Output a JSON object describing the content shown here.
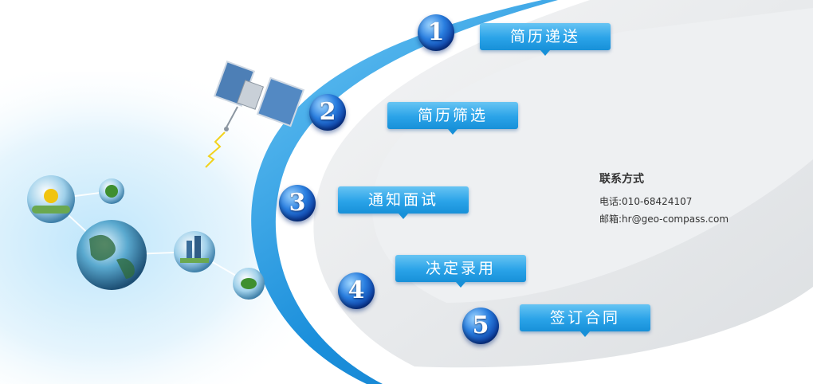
{
  "steps": [
    {
      "number": "1",
      "label": "简历递送"
    },
    {
      "number": "2",
      "label": "简历筛选"
    },
    {
      "number": "3",
      "label": "通知面试"
    },
    {
      "number": "4",
      "label": "决定录用"
    },
    {
      "number": "5",
      "label": "签订合同"
    }
  ],
  "contact": {
    "title": "联系方式",
    "phone": "电话:010-68424107",
    "email_label": "邮箱:",
    "email": "hr@geo-compass.com"
  },
  "colors": {
    "accent": "#2aa3e8",
    "number_badge": "#0a3aa0",
    "arc_blue": "#1b8fdb",
    "arc_gray": "#e6e8ea"
  },
  "icons": [
    "satellite-icon",
    "earth-globe-icon",
    "flower-sphere-icon",
    "tree-sphere-icon",
    "city-sphere-icon",
    "sprout-sphere-icon"
  ]
}
